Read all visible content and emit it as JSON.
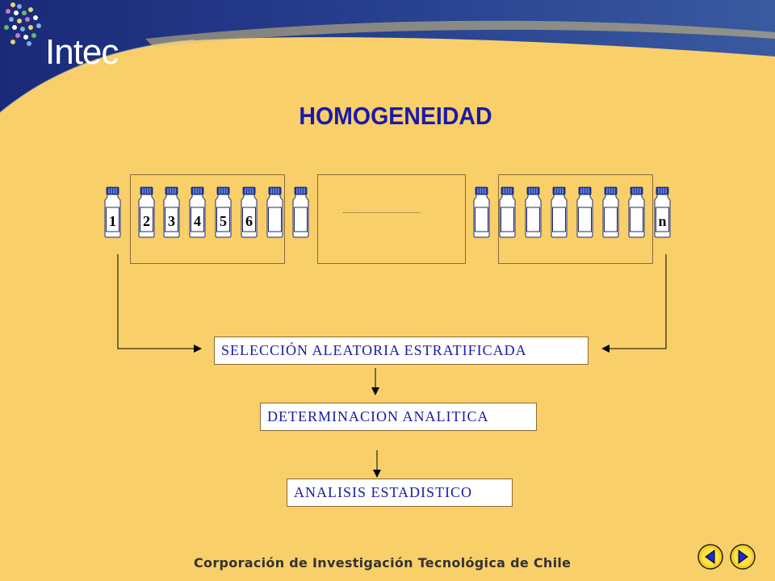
{
  "header": {
    "logo_text": "Intec"
  },
  "title": "HOMOGENEIDAD",
  "bottles": {
    "labels": [
      "1",
      "2",
      "3",
      "4",
      "5",
      "6",
      "",
      "",
      "",
      "",
      "",
      "",
      "",
      "",
      "",
      "n"
    ]
  },
  "flow": {
    "step1": "SELECCIÓN ALEATORIA ESTRATIFICADA",
    "step2": "DETERMINACION ANALITICA",
    "step3": "ANALISIS ESTADISTICO"
  },
  "footer": {
    "text": "Corporación de Investigación Tecnológica de Chile"
  },
  "nav": {
    "prev": "previous",
    "next": "next"
  },
  "colors": {
    "background": "#f9cf6a",
    "title": "#1a1aa6",
    "banner": "#1c2a6b",
    "flow_text": "#1a1aa6"
  }
}
